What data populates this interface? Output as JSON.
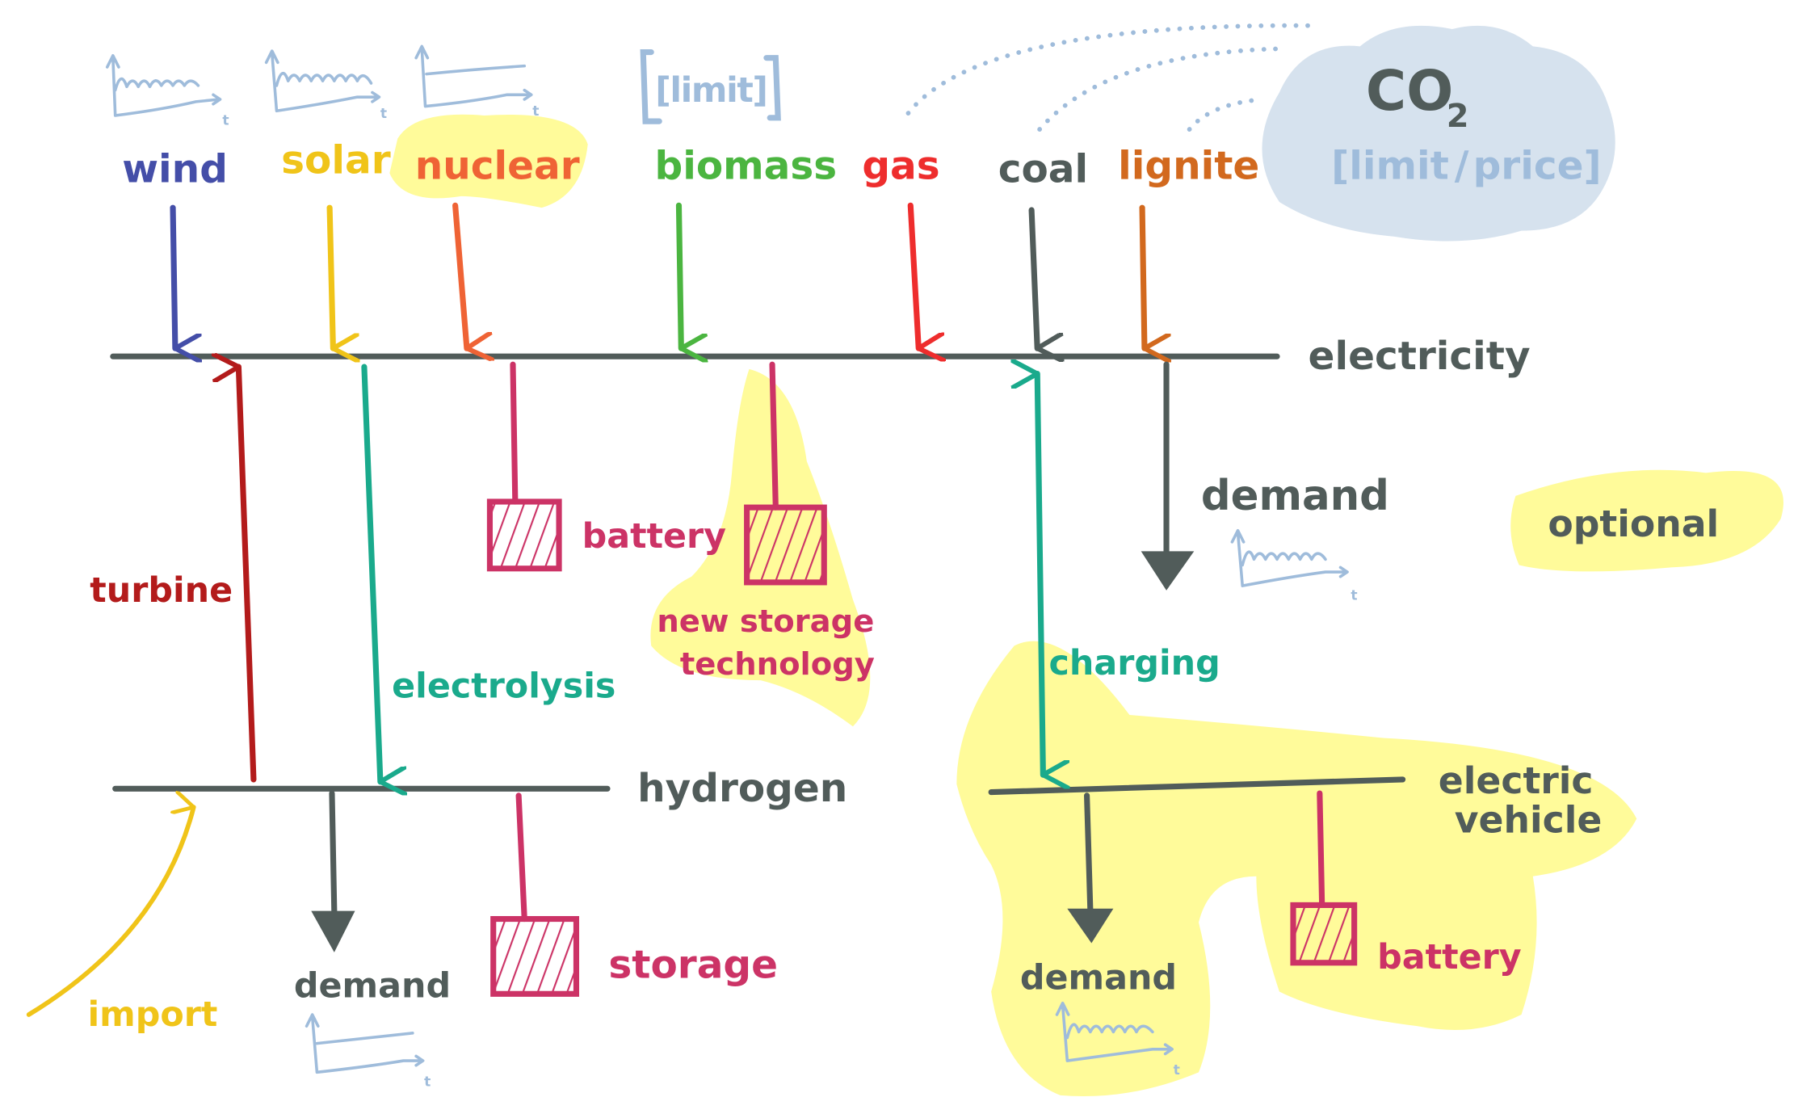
{
  "colors": {
    "bus": "#515c5a",
    "wind": "#444ea8",
    "solar": "#f0c419",
    "nuclear": "#ef6335",
    "biomass": "#4bb540",
    "gas": "#ee2d2d",
    "coal": "#515c5a",
    "lignite": "#d2691e",
    "turbine": "#b31b1b",
    "teal": "#1aaa8c",
    "storage": "#cc3366",
    "import": "#f0c419",
    "annotation": "#9fbcdb",
    "cloud": "#d6e2ee",
    "highlight": "#fffb8f"
  },
  "carriers": {
    "electricity": "electricity",
    "hydrogen": "hydrogen",
    "ev": [
      "electric",
      "vehicle"
    ]
  },
  "sources": {
    "wind": "wind",
    "solar": "solar",
    "nuclear": "nuclear",
    "biomass": "biomass",
    "gas": "gas",
    "coal": "coal",
    "lignite": "lignite"
  },
  "annotations": {
    "limit": "[limit]",
    "time_axis": "t",
    "co2": "CO",
    "co2_sub": "2",
    "co2_limit": "[limit",
    "co2_sep": "/",
    "co2_price": "price]",
    "optional": "optional"
  },
  "links": {
    "turbine": "turbine",
    "electrolysis": "electrolysis",
    "charging": "charging",
    "import": "import"
  },
  "loads": {
    "elec_demand": "demand",
    "h2_demand": "demand",
    "ev_demand": "demand"
  },
  "stores": {
    "battery": "battery",
    "new_storage": [
      "new storage",
      "technology"
    ],
    "h2_storage": "storage",
    "ev_battery": "battery"
  }
}
